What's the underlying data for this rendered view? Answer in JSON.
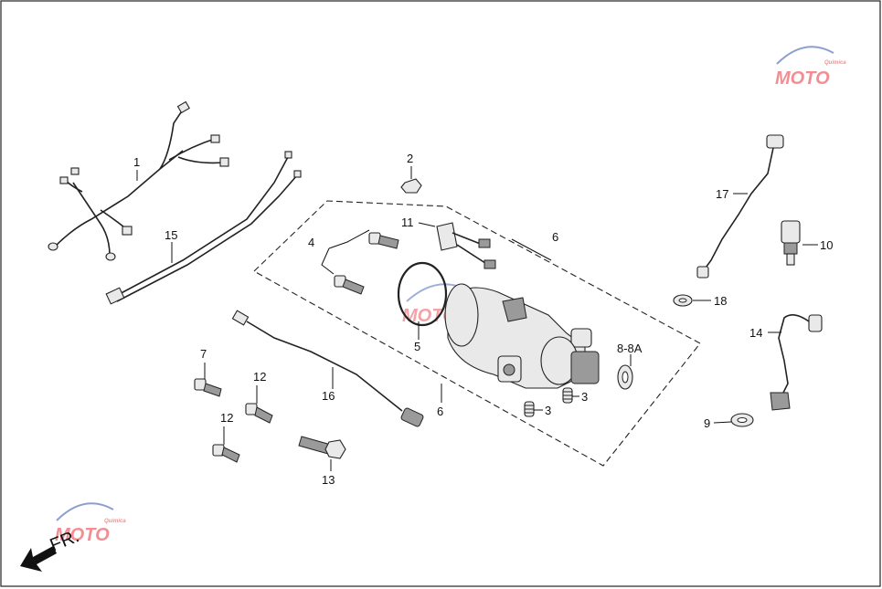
{
  "callouts": {
    "c1": "1",
    "c2": "2",
    "c3a": "3",
    "c3b": "3",
    "c4": "4",
    "c5": "5",
    "c6a": "6",
    "c6b": "6",
    "c7": "7",
    "c8": "8-8A",
    "c9": "9",
    "c10": "10",
    "c11": "11",
    "c12a": "12",
    "c12b": "12",
    "c13": "13",
    "c14": "14",
    "c15": "15",
    "c16": "16",
    "c17": "17",
    "c18": "18"
  },
  "direction_label": "FR.",
  "watermark": {
    "text": "MOTO",
    "subtext": "Quimica",
    "color_red": "#e8323c",
    "color_blue": "#2f4fa8"
  }
}
